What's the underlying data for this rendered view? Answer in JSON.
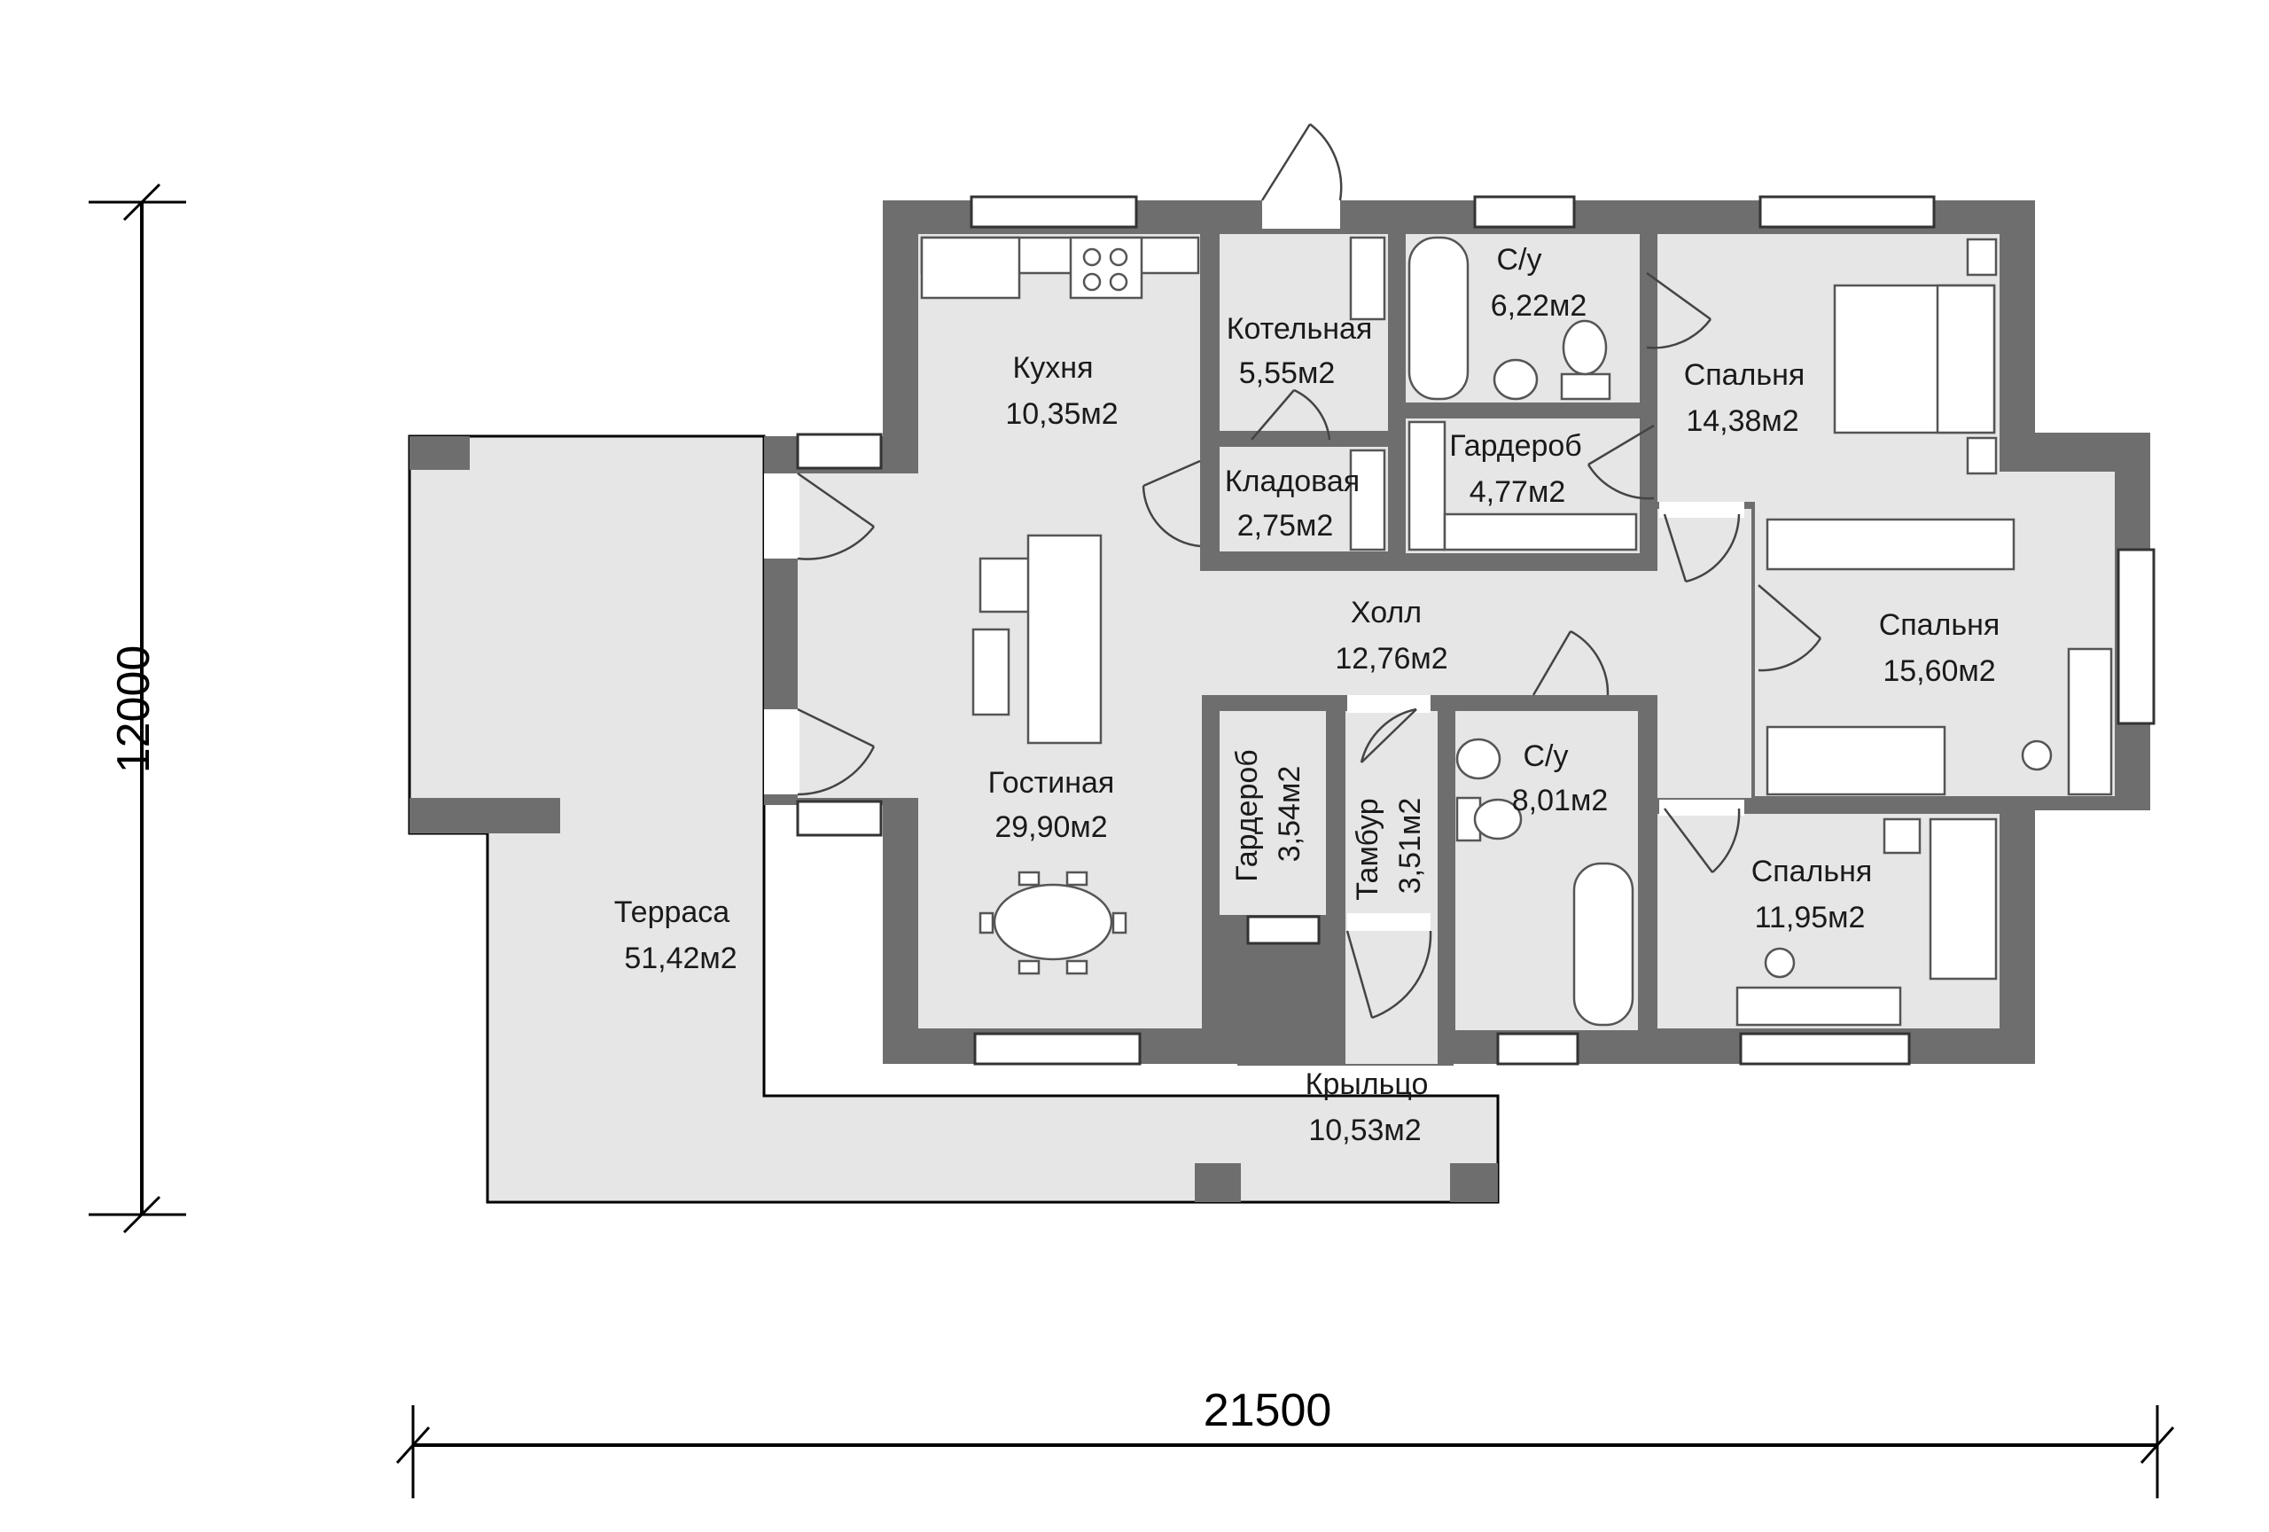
{
  "dimensions": {
    "width": "21500",
    "height": "12000"
  },
  "rooms": [
    {
      "id": "kitchen",
      "name": "Кухня",
      "area": "10,35м2"
    },
    {
      "id": "boiler",
      "name": "Котельная",
      "area": "5,55м2"
    },
    {
      "id": "bath1",
      "name": "С/у",
      "area": "6,22м2"
    },
    {
      "id": "bedroom1",
      "name": "Спальня",
      "area": "14,38м2"
    },
    {
      "id": "pantry",
      "name": "Кладовая",
      "area": "2,75м2"
    },
    {
      "id": "wardrobe1",
      "name": "Гардероб",
      "area": "4,77м2"
    },
    {
      "id": "hall",
      "name": "Холл",
      "area": "12,76м2"
    },
    {
      "id": "bedroom2",
      "name": "Спальня",
      "area": "15,60м2"
    },
    {
      "id": "living",
      "name": "Гостиная",
      "area": "29,90м2"
    },
    {
      "id": "wardrobe2",
      "name": "Гардероб",
      "area": "3,54м2"
    },
    {
      "id": "vestibule",
      "name": "Тамбур",
      "area": "3,51м2"
    },
    {
      "id": "bath2",
      "name": "С/у",
      "area": "8,01м2"
    },
    {
      "id": "bedroom3",
      "name": "Спальня",
      "area": "11,95м2"
    },
    {
      "id": "terrace",
      "name": "Терраса",
      "area": "51,42м2"
    },
    {
      "id": "porch",
      "name": "Крыльцо",
      "area": "10,53м2"
    }
  ],
  "colors": {
    "wall": "#6e6e6e",
    "floor": "#e6e6e6",
    "outline": "#000000"
  }
}
